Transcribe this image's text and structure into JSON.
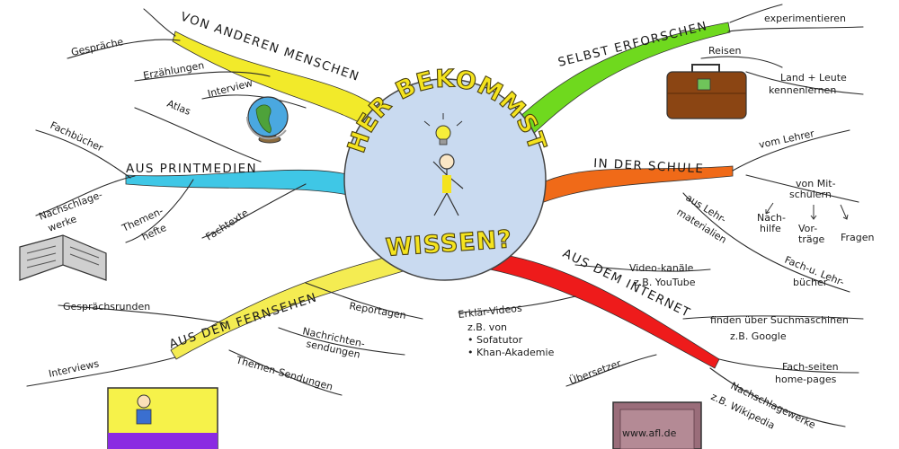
{
  "center": {
    "title_top": "WOHER BEKOMMST DU",
    "title_bottom": "WISSEN?"
  },
  "branches": [
    {
      "id": "menschen",
      "label": "VON ANDEREN MENSCHEN",
      "color": "#f2ea2a",
      "leaves": [
        "Gespräche",
        "Erzählungen",
        "Interview"
      ]
    },
    {
      "id": "selbst",
      "label": "SELBST ERFORSCHEN",
      "color": "#6fd91e",
      "leaves": [
        "experimentieren",
        "Reisen",
        "Land + Leute",
        "kennenlernen"
      ]
    },
    {
      "id": "print",
      "label": "AUS PRINTMEDIEN",
      "color": "#3fc7e6",
      "leaves": [
        "Atlas",
        "Fachbücher",
        "Nachschlage-",
        "werke",
        "Themen-",
        "hefte",
        "Fachtexte"
      ]
    },
    {
      "id": "schule",
      "label": "IN DER SCHULE",
      "color": "#f06a18",
      "leaves": [
        "vom Lehrer",
        "von Mit-",
        "schülern",
        "Nach-",
        "hilfe",
        "Vor-",
        "träge",
        "Fragen",
        "aus Lehr-",
        "materialien",
        "Fach-u. Lehr-",
        "bücher"
      ]
    },
    {
      "id": "fernsehen",
      "label": "AUS DEM FERNSEHEN",
      "color": "#f4ec52",
      "leaves": [
        "Gesprächsrunden",
        "Reportagen",
        "Nachrichten-",
        "sendungen",
        "Themen-Sendungen",
        "Interviews"
      ]
    },
    {
      "id": "internet",
      "label": "AUS DEM INTERNET",
      "color": "#ee1b1b",
      "leaves": [
        "Video-kanäle",
        "z.B. YouTube",
        "Erklär-Videos",
        "z.B. von",
        "• Sofatutor",
        "• Khan-Akademie",
        "finden über Suchmaschinen",
        "z.B. Google",
        "Übersetzer",
        "Fach-seiten",
        "home-pages",
        "Nachschlagewerke",
        "z.B. Wikipedia"
      ]
    }
  ],
  "signs": {
    "internet_sign": "www.afl.de"
  },
  "icons": [
    "globe-icon",
    "suitcase-icon",
    "lightbulb-icon",
    "stick-figure-icon",
    "book-icon",
    "tv-screen-icon",
    "sign-icon"
  ]
}
